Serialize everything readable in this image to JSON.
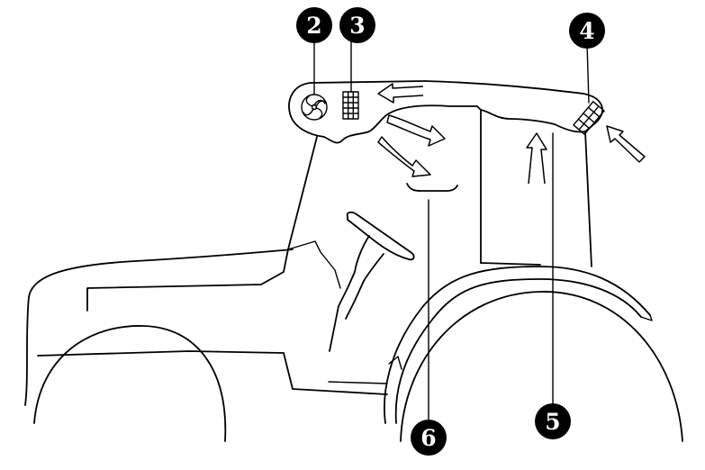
{
  "colors": {
    "ink": "#000000",
    "background": "#ffffff",
    "callout_text": "#ffffff"
  },
  "callouts": [
    {
      "id": "2",
      "label": "2",
      "points_to": "cab-fan"
    },
    {
      "id": "3",
      "label": "3",
      "points_to": "cab-filter"
    },
    {
      "id": "4",
      "label": "4",
      "points_to": "fresh-air-intake-filter"
    },
    {
      "id": "5",
      "label": "5",
      "points_to": "roof-air-duct"
    },
    {
      "id": "6",
      "label": "6",
      "points_to": "interior-air-vent"
    }
  ],
  "icons": [
    "fan-icon",
    "filter-icon",
    "intake-filter-icon",
    "arrow-icon"
  ]
}
